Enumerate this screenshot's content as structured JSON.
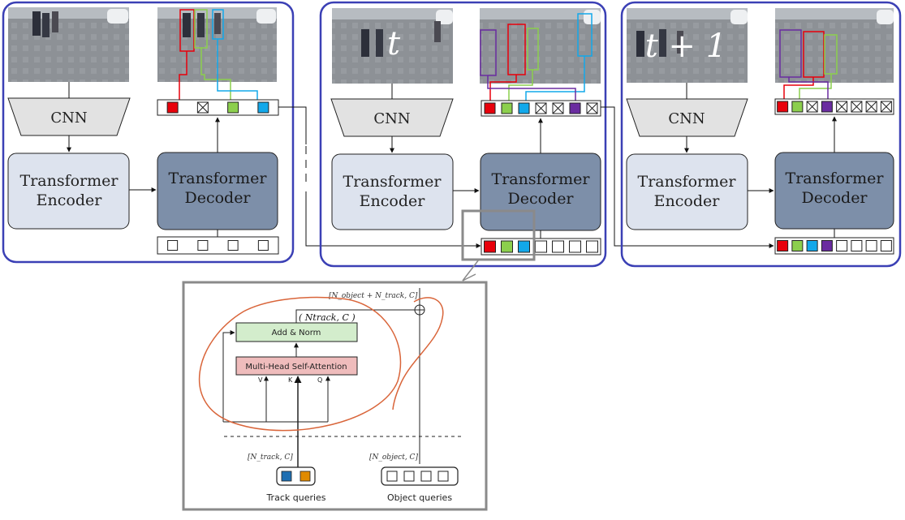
{
  "frames": [
    {
      "time_label": "",
      "cnn_label": "CNN",
      "encoder_line1": "Transformer",
      "encoder_line2": "Encoder",
      "decoder_line1": "Transformer",
      "decoder_line2": "Decoder",
      "output_slots": [
        "red",
        "x",
        "green",
        "blue"
      ],
      "input_slots": [
        "empty",
        "empty",
        "empty",
        "empty"
      ]
    },
    {
      "time_label": "t",
      "cnn_label": "CNN",
      "encoder_line1": "Transformer",
      "encoder_line2": "Encoder",
      "decoder_line1": "Transformer",
      "decoder_line2": "Decoder",
      "output_slots": [
        "red",
        "green",
        "blue",
        "x",
        "x",
        "purple",
        "x"
      ],
      "input_slots": [
        "red",
        "green",
        "blue",
        "empty",
        "empty",
        "empty",
        "empty"
      ]
    },
    {
      "time_label": "t + 1",
      "cnn_label": "CNN",
      "encoder_line1": "Transformer",
      "encoder_line2": "Encoder",
      "decoder_line1": "Transformer",
      "decoder_line2": "Decoder",
      "output_slots": [
        "red",
        "green",
        "x",
        "purple",
        "x",
        "x",
        "x",
        "x"
      ],
      "input_slots": [
        "red",
        "green",
        "blue",
        "purple",
        "empty",
        "empty",
        "empty",
        "empty"
      ]
    }
  ],
  "detail": {
    "concat_label": "[N_object + N_track, C]",
    "handwritten_note": "( Ntrack, C )",
    "add_norm_label": "Add & Norm",
    "mhsa_label": "Multi-Head Self-Attention",
    "v_label": "V",
    "k_label": "K",
    "q_label": "Q",
    "track_shape_label": "[N_track, C]",
    "object_shape_label": "[N_object, C]",
    "track_queries_label": "Track queries",
    "object_queries_label": "Object queries",
    "track_query_colors": [
      "#1f6fb2",
      "#e08a00"
    ]
  },
  "colors": {
    "frame_border": "#3b40b5",
    "red": "#e8000b",
    "green": "#8ccf4d",
    "blue": "#12a8ea",
    "purple": "#6a2ca0",
    "cnn_fill": "#e2e2e2",
    "encoder_fill": "#dde3ee",
    "decoder_fill": "#7d8fa9",
    "add_norm_fill": "#d3edcc",
    "mhsa_fill": "#efbcbc",
    "annotation": "#d9653a",
    "zoom_box": "#8a8a8a"
  }
}
